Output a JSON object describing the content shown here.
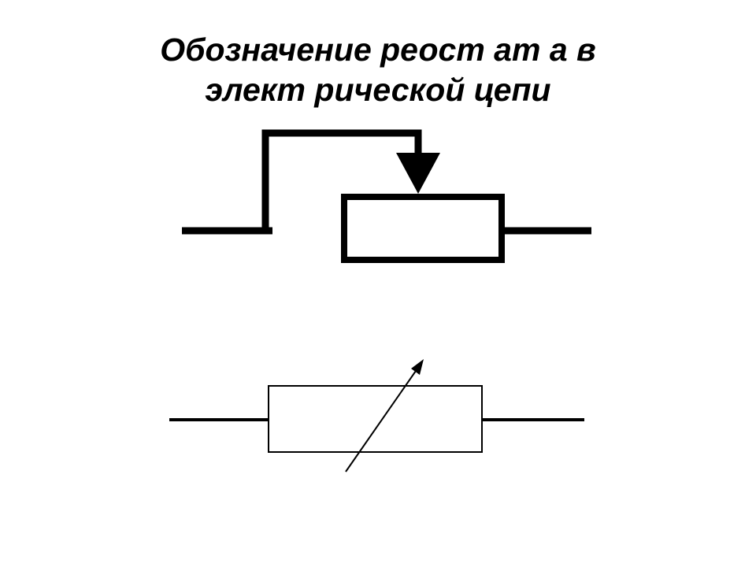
{
  "title": {
    "line1": "Обозначение реост ат а в",
    "line2": "элект рической цепи"
  },
  "colors": {
    "stroke": "#000000",
    "background": "#ffffff"
  },
  "symbols": [
    {
      "name": "rheostat-with-slider-contact"
    },
    {
      "name": "variable-resistor"
    }
  ]
}
